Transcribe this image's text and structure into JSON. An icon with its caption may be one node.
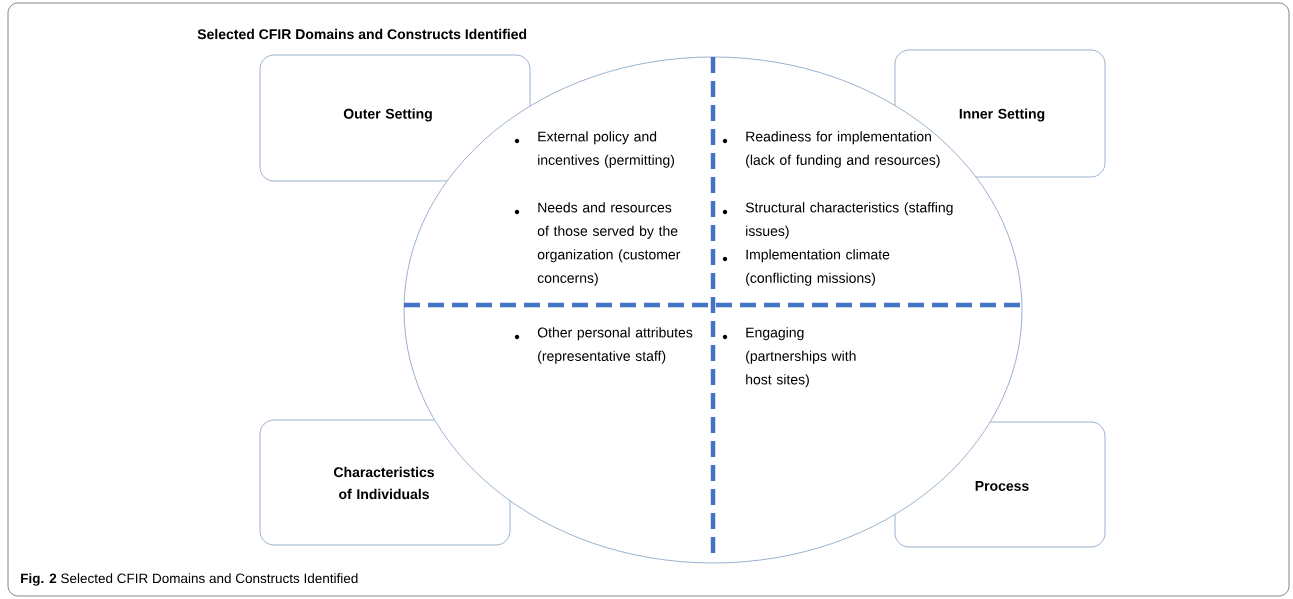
{
  "diagram": {
    "title": "Selected CFIR Domains and Constructs Identified",
    "caption": "**Fig. 2** Selected CFIR Domains and Constructs Identified",
    "nodes": [
      {
        "text": [
          "External policy and incentives (permitting)",
          "Needs and resources of those served by the organization (customer concerns)",
          "Readiness for implementation (lack of funding and resources)",
          "Structural characteristics (staffing issues)",
          "Implementation climate (conflicting missions)",
          "Other personal attributes (representative staff)",
          "Engaging (partnerships with host sites)"
        ]
      },
      {
        "text": [
          "Outer Setting"
        ]
      },
      {
        "text": [
          "Inner Setting"
        ]
      },
      {
        "text": [
          "Characteristics of Individuals"
        ]
      },
      {
        "text": [
          "Process"
        ]
      }
    ],
    "edges": []
  }
}
